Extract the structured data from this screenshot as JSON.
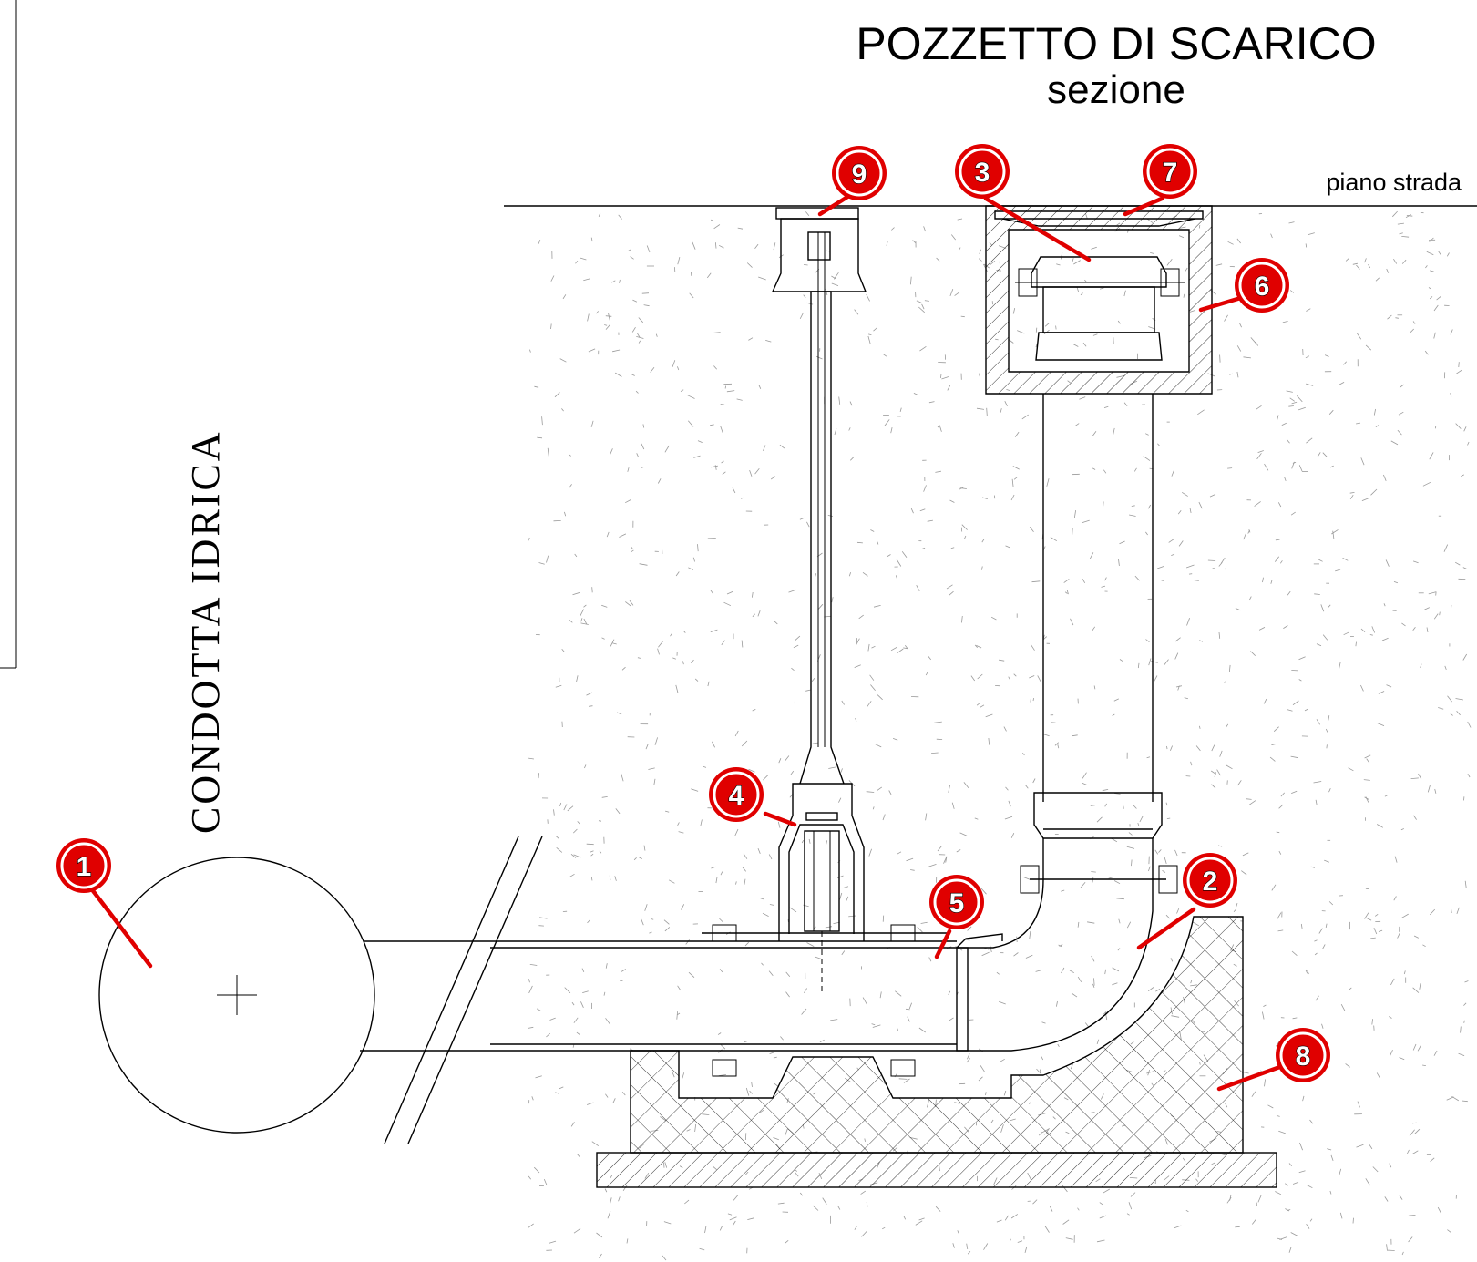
{
  "title": "POZZETTO DI SCARICO",
  "subtitle": "sezione",
  "ground_label": "piano strada",
  "vertical_label": "CONDOTTA IDRICA",
  "callouts": [
    {
      "num": "1"
    },
    {
      "num": "2"
    },
    {
      "num": "3"
    },
    {
      "num": "4"
    },
    {
      "num": "5"
    },
    {
      "num": "6"
    },
    {
      "num": "7"
    },
    {
      "num": "8"
    },
    {
      "num": "9"
    }
  ],
  "colors": {
    "callout": "#e00000",
    "line": "#000000",
    "soil_dot": "#9a9a9a"
  }
}
